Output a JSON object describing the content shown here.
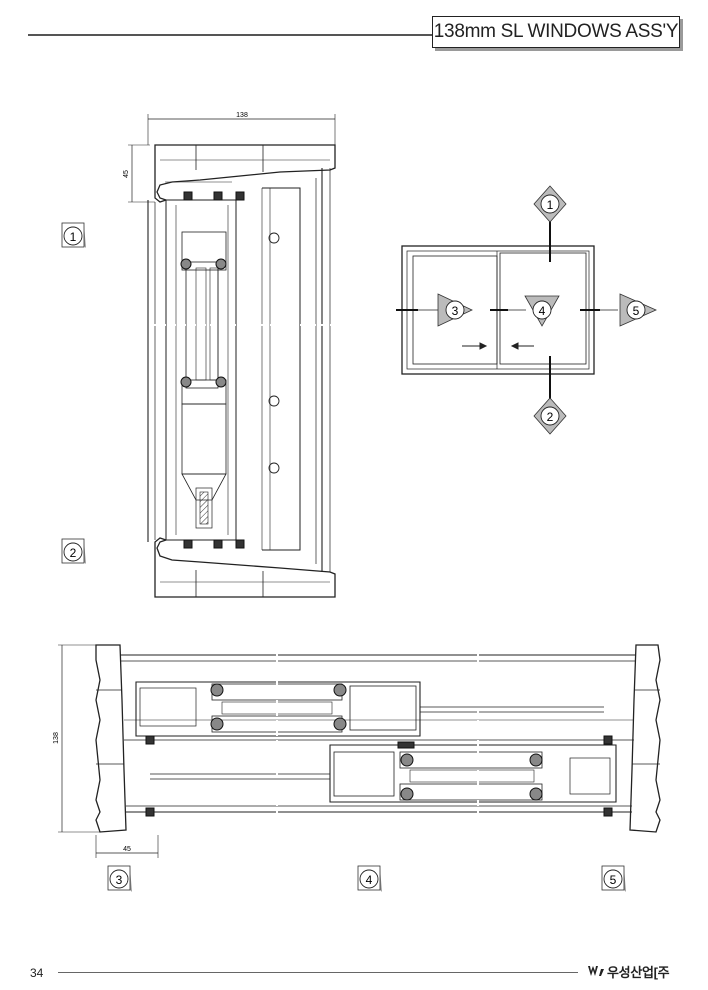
{
  "header": {
    "title": "138mm SL WINDOWS ASS'Y"
  },
  "drawing": {
    "vertical_section": {
      "width_dim": "138",
      "height_dim": "45"
    },
    "horizontal_section": {
      "height_dim": "138",
      "width_dim": "45"
    },
    "markers": {
      "m1": "1",
      "m2": "2",
      "m3": "3",
      "m4": "4",
      "m5": "5"
    }
  },
  "footer": {
    "page_number": "34",
    "company": "우성산업[주"
  }
}
